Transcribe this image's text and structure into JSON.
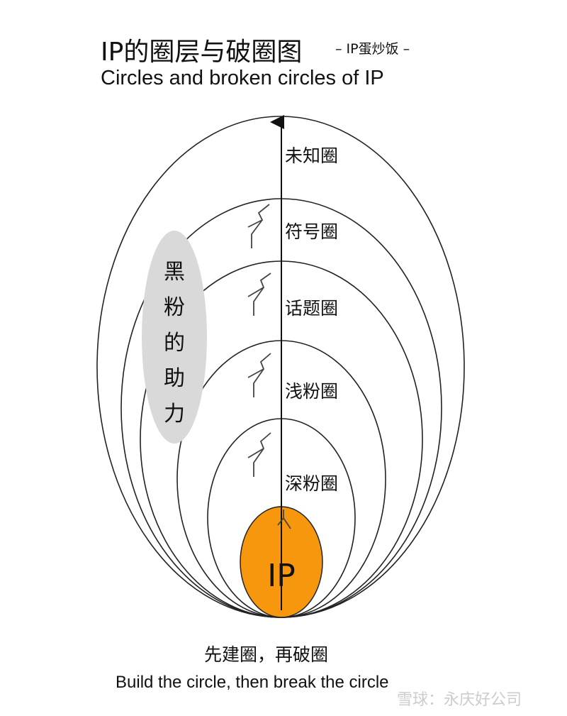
{
  "header": {
    "title": "IP的圈层与破圈图",
    "subtitle": "– IP蛋炒饭 –",
    "title_en": "Circles and broken circles of IP"
  },
  "diagram": {
    "circles": [
      "未知圈",
      "符号圈",
      "话题圈",
      "浅粉圈",
      "深粉圈"
    ],
    "core_label": "IP",
    "side_label": [
      "黑",
      "粉",
      "的",
      "助",
      "力"
    ],
    "colors": {
      "core": "#F7970D",
      "side": "#D9D9D9",
      "line": "#222222"
    }
  },
  "footer": {
    "tagline": "先建圈，再破圈",
    "tagline_en": "Build the circle, then break the circle",
    "watermark": "雪球：永庆好公司"
  }
}
